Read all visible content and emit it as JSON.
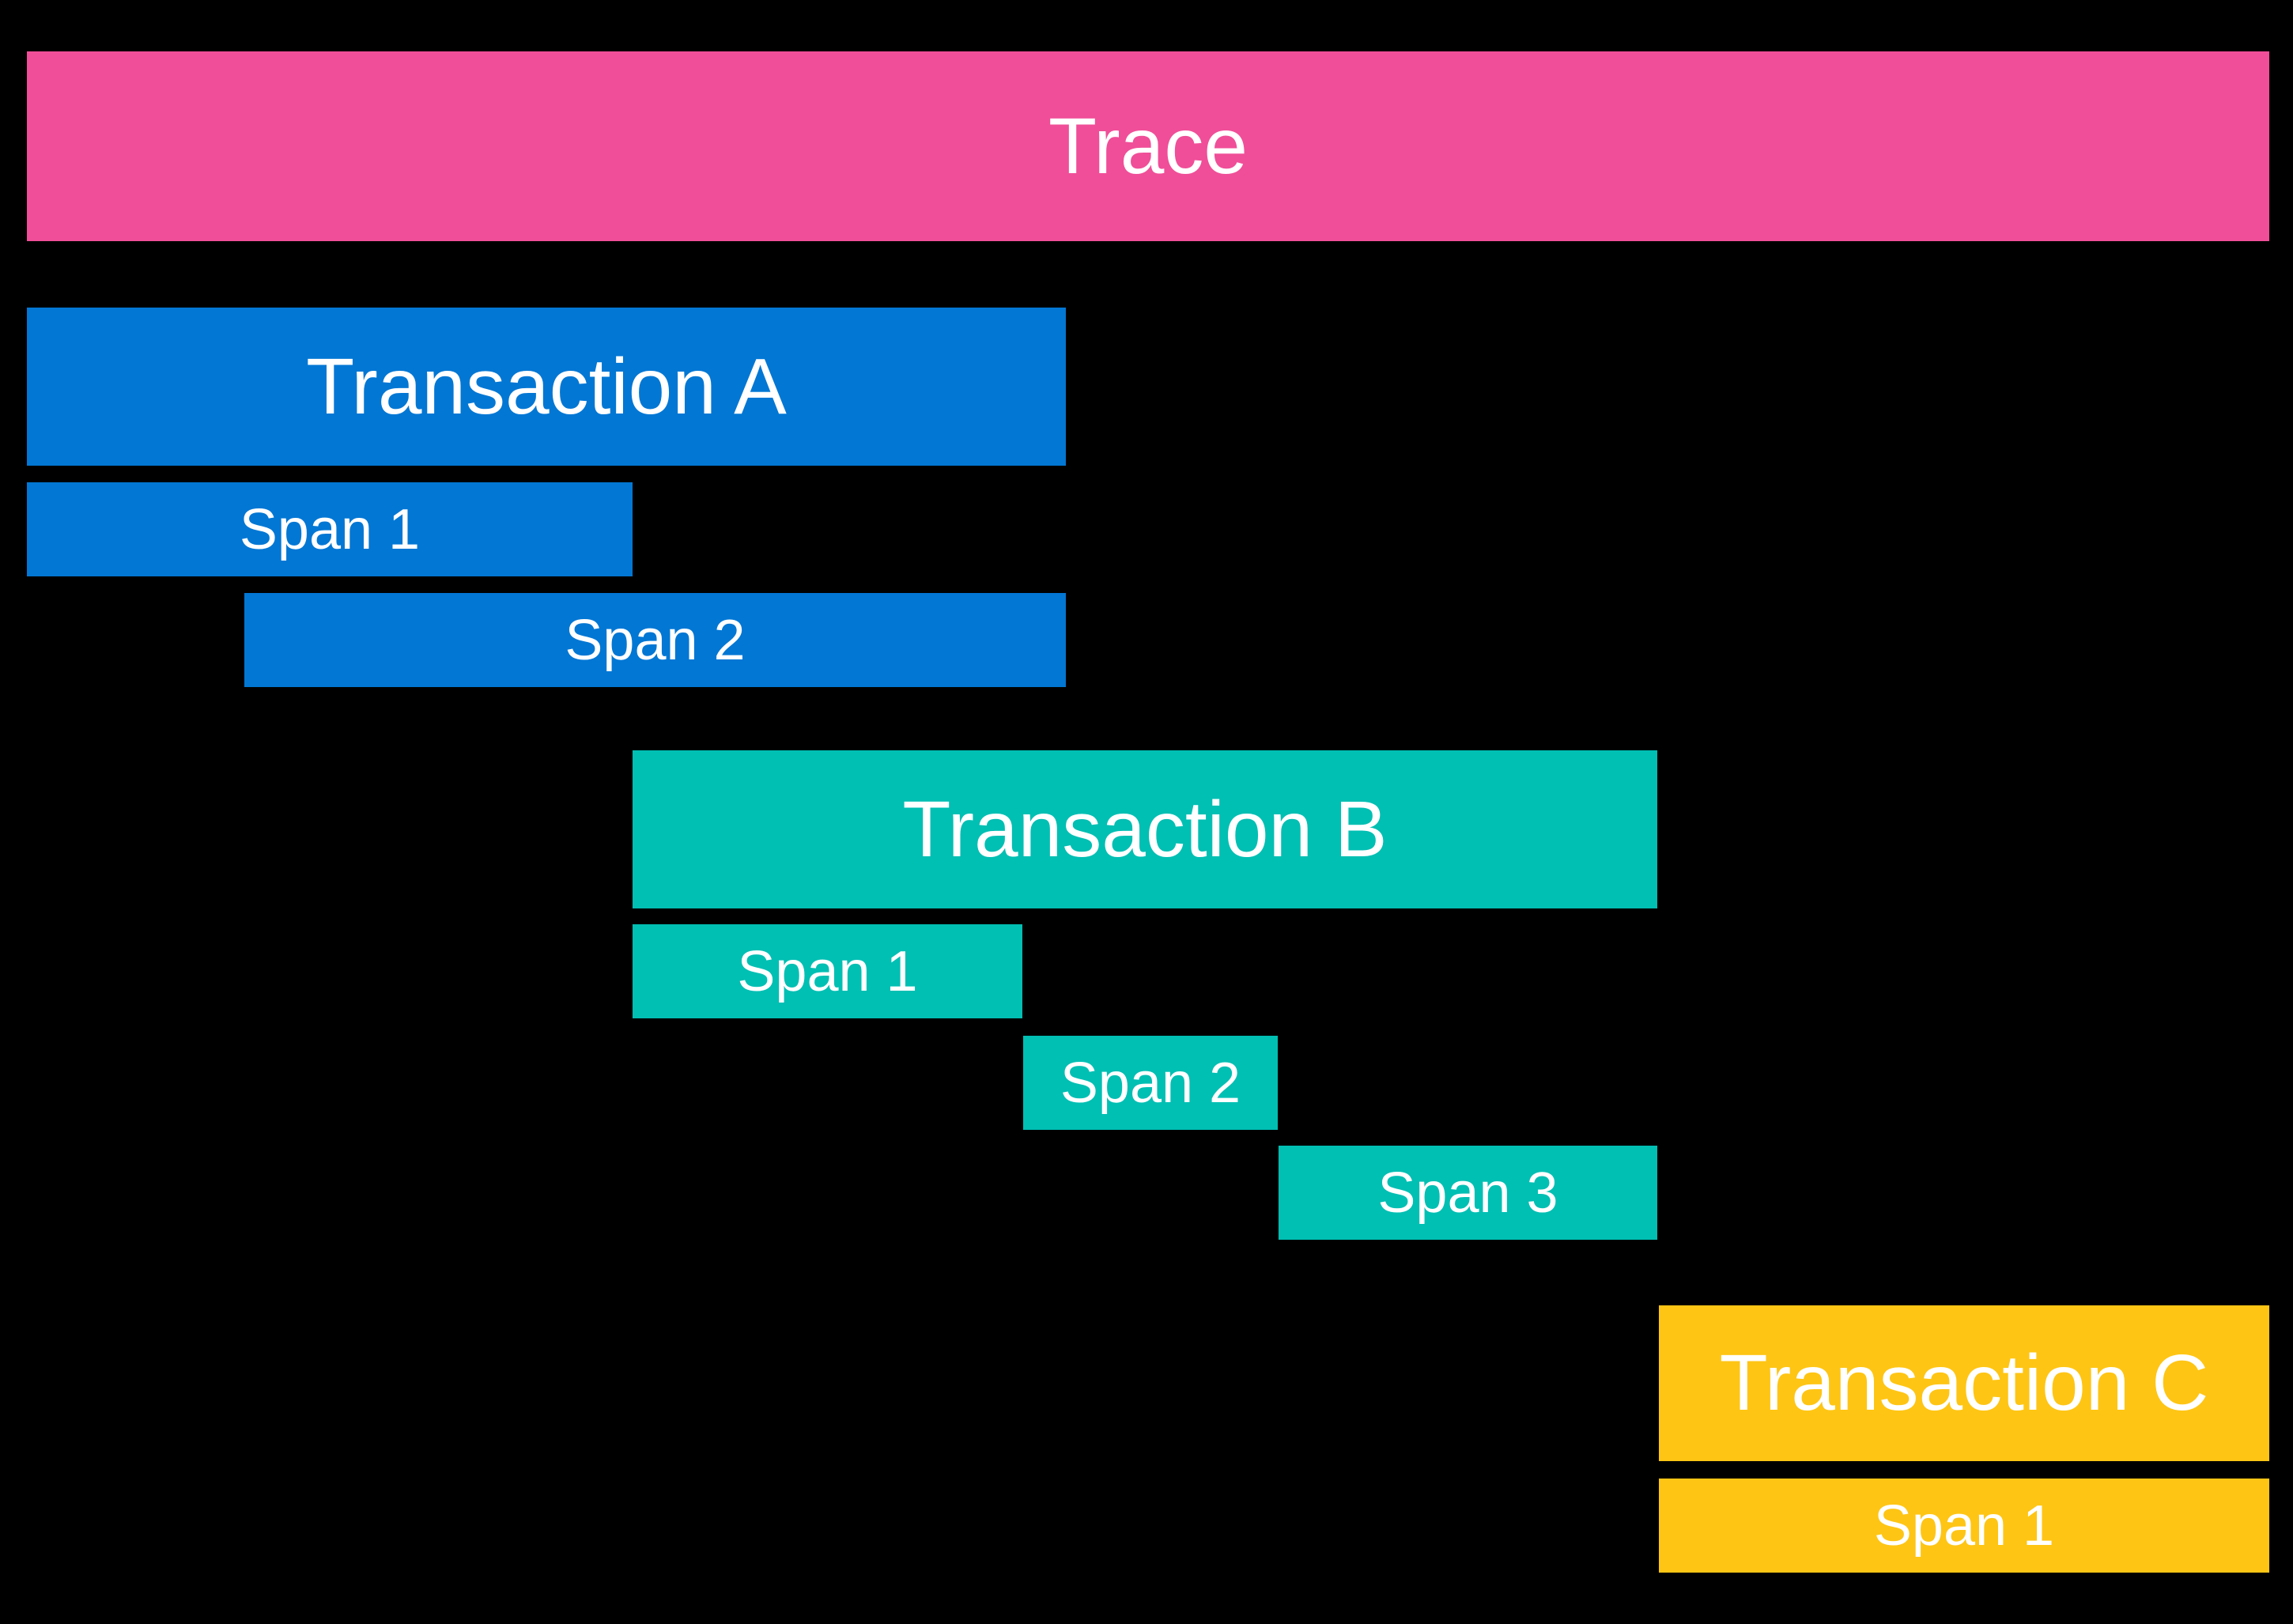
{
  "background": "#000000",
  "colors": {
    "trace": "#F04E98",
    "transaction_a": "#0277D4",
    "transaction_b": "#00BFB3",
    "transaction_c": "#FEC514",
    "label_text": "#FFFFFF"
  },
  "trace": {
    "label": "Trace"
  },
  "transactions": [
    {
      "label": "Transaction A",
      "spans": [
        {
          "label": "Span 1"
        },
        {
          "label": "Span 2"
        }
      ]
    },
    {
      "label": "Transaction B",
      "spans": [
        {
          "label": "Span 1"
        },
        {
          "label": "Span 2"
        },
        {
          "label": "Span 3"
        }
      ]
    },
    {
      "label": "Transaction C",
      "spans": [
        {
          "label": "Span 1"
        }
      ]
    }
  ]
}
